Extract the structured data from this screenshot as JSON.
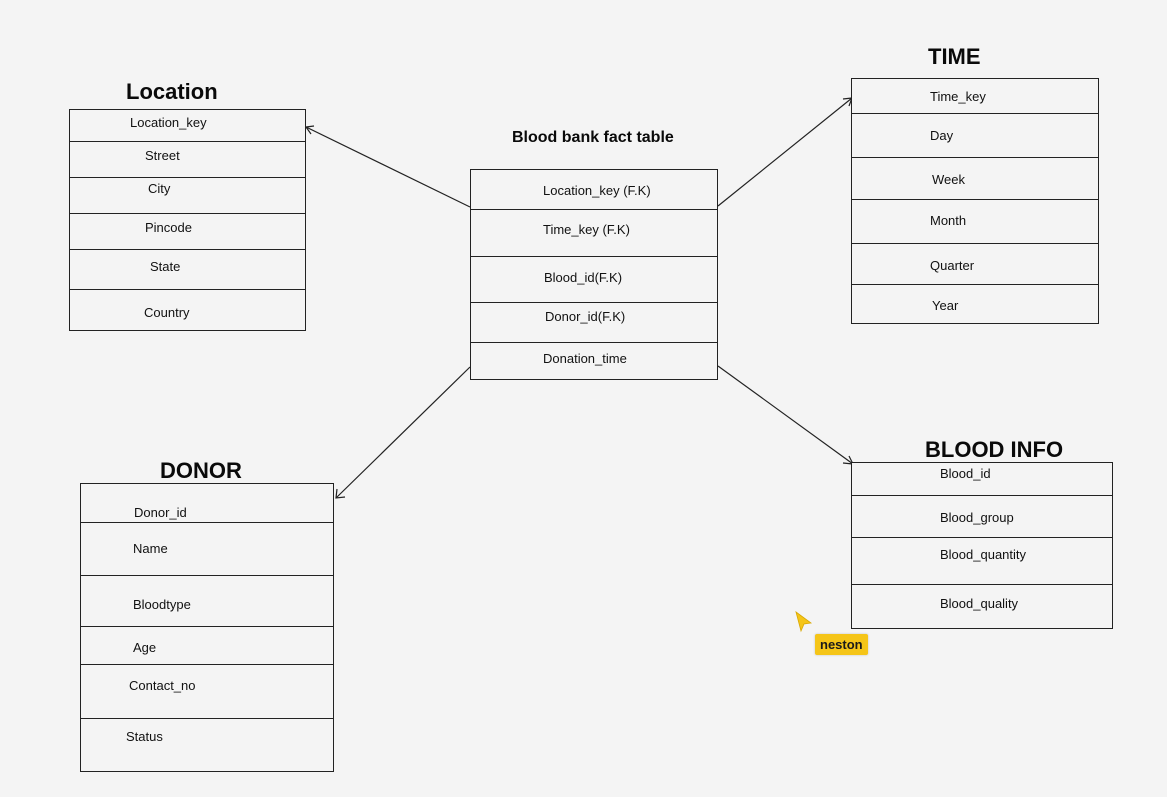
{
  "fact_table": {
    "title": "Blood bank fact table",
    "rows": [
      "Location_key (F.K)",
      "Time_key (F.K)",
      "Blood_id(F.K)",
      "Donor_id(F.K)",
      "Donation_time"
    ]
  },
  "location": {
    "title": "Location",
    "rows": [
      "Location_key",
      "Street",
      "City",
      "Pincode",
      "State",
      "Country"
    ]
  },
  "time": {
    "title": "TIME",
    "rows": [
      "Time_key",
      "Day",
      "Week",
      "Month",
      "Quarter",
      "Year"
    ]
  },
  "donor": {
    "title": "DONOR",
    "rows": [
      "Donor_id",
      "Name",
      "Bloodtype",
      "Age",
      "Contact_no",
      "Status"
    ]
  },
  "blood_info": {
    "title": "BLOOD INFO",
    "rows": [
      "Blood_id",
      "Blood_group",
      "Blood_quantity",
      "Blood_quality"
    ]
  },
  "cursor": {
    "label": "neston",
    "color": "#f5c518"
  }
}
